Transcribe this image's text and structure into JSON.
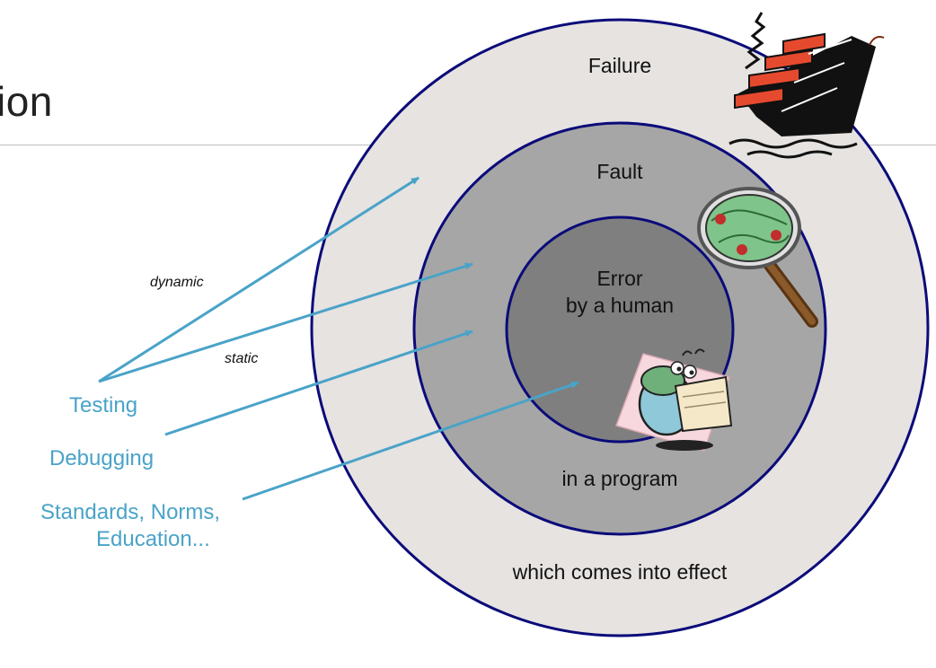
{
  "slide": {
    "title_fragment": "ion"
  },
  "rings": {
    "outer_label": "Failure",
    "middle_label": "Fault",
    "inner_label_line1": "Error",
    "inner_label_line2": "by a human",
    "inner_bottom_label": "in a program",
    "outer_bottom_label": "which comes into effect"
  },
  "activities": {
    "testing": "Testing",
    "debugging": "Debugging",
    "standards_line1": "Standards, Norms,",
    "standards_line2": "Education..."
  },
  "arrow_labels": {
    "dynamic": "dynamic",
    "static": "static"
  },
  "colors": {
    "outer_fill": "#e6e3e1",
    "middle_fill": "#a6a6a6",
    "inner_fill": "#7f7f7f",
    "ring_stroke": "#0b0b7a",
    "arrow": "#4aa3c8"
  },
  "icons": [
    "sinking-ship-icon",
    "magnifying-glass-bugs-icon",
    "confused-bug-icon"
  ]
}
